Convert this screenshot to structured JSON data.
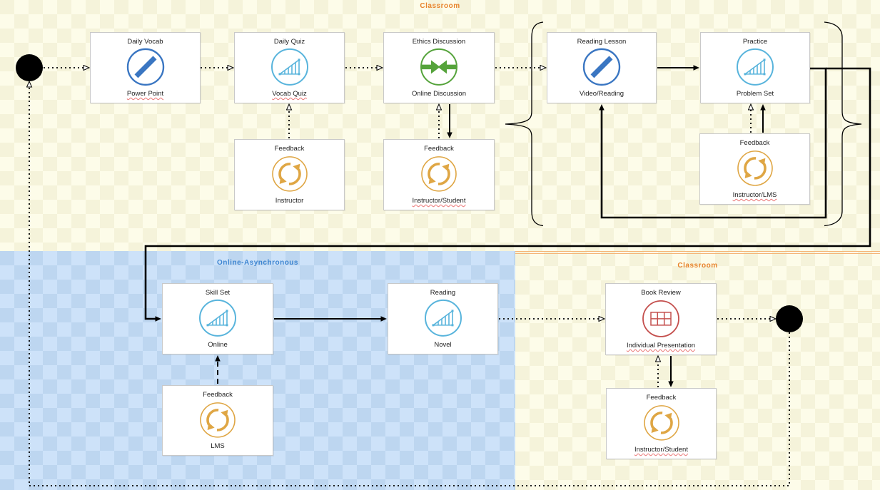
{
  "regions": {
    "classroom_top": {
      "label": "Classroom"
    },
    "online_async": {
      "label": "Online-Asynchronous"
    },
    "classroom_bottom": {
      "label": "Classroom"
    }
  },
  "nodes": {
    "daily_vocab": {
      "title": "Daily Vocab",
      "subtitle": "Power Point",
      "icon": "presentation-icon"
    },
    "daily_quiz": {
      "title": "Daily Quiz",
      "subtitle": "Vocab Quiz",
      "icon": "progress-chart-icon"
    },
    "ethics": {
      "title": "Ethics Discussion",
      "subtitle": "Online Discussion",
      "icon": "converging-arrows-icon"
    },
    "reading_lesson": {
      "title": "Reading Lesson",
      "subtitle": "Video/Reading",
      "icon": "presentation-icon"
    },
    "practice": {
      "title": "Practice",
      "subtitle": "Problem Set",
      "icon": "progress-chart-icon"
    },
    "feedback_instructor": {
      "title": "Feedback",
      "subtitle": "Instructor",
      "icon": "feedback-cycle-icon"
    },
    "feedback_instructor_student": {
      "title": "Feedback",
      "subtitle": "Instructor/Student",
      "icon": "feedback-cycle-icon"
    },
    "feedback_instructor_lms": {
      "title": "Feedback",
      "subtitle": "Instructor/LMS",
      "icon": "feedback-cycle-icon"
    },
    "skill_set": {
      "title": "Skill Set",
      "subtitle": "Online",
      "icon": "progress-chart-icon"
    },
    "reading": {
      "title": "Reading",
      "subtitle": "Novel",
      "icon": "progress-chart-icon"
    },
    "feedback_lms": {
      "title": "Feedback",
      "subtitle": "LMS",
      "icon": "feedback-cycle-icon"
    },
    "book_review": {
      "title": "Book Review",
      "subtitle": "Individual Presentation",
      "icon": "table-icon"
    },
    "feedback_instructor_student_2": {
      "title": "Feedback",
      "subtitle": "Instructor/Student",
      "icon": "feedback-cycle-icon"
    }
  },
  "colors": {
    "region_label_orange": "#e8832c",
    "region_label_blue": "#3d85d1",
    "region_yellow_light": "#fdfce9",
    "region_yellow_dark": "#f5f3da",
    "region_blue_light": "#cde2f9",
    "region_blue_dark": "#bdd6f0",
    "icon_blue": "#3a76c2",
    "icon_cyan": "#58b4dc",
    "icon_green": "#55a33b",
    "icon_orange": "#dfa644",
    "icon_red": "#c4504e",
    "orange_border": "#f5b577"
  }
}
